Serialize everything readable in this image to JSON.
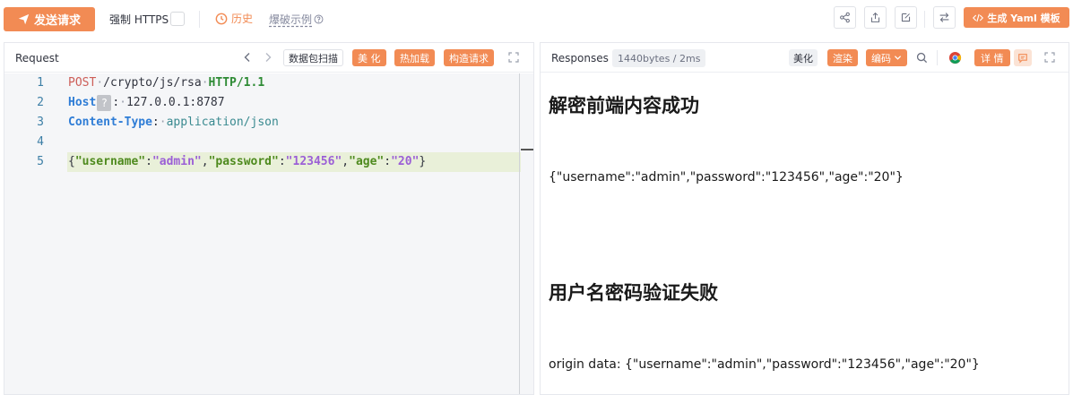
{
  "toolbar": {
    "send_label": "发送请求",
    "https_label": "强制 HTTPS",
    "history_label": "历史",
    "examples_label": "爆破示例",
    "yaml_label": "生成 Yaml 模板"
  },
  "request": {
    "title": "Request",
    "scan_label": "数据包扫描",
    "beautify_label": "美 化",
    "hotload_label": "热加载",
    "construct_label": "构造请求",
    "lines": [
      {
        "no": "1"
      },
      {
        "no": "2"
      },
      {
        "no": "3"
      },
      {
        "no": "4"
      },
      {
        "no": "5"
      }
    ],
    "method": "POST",
    "path": "/crypto/js/rsa",
    "protocol": "HTTP/1.1",
    "host_key": "Host",
    "host_badge": "?",
    "host_value": "127.0.0.1:8787",
    "ct_key": "Content-Type",
    "ct_value": "application/json",
    "body": {
      "k1": "\"username\"",
      "v1": "\"admin\"",
      "k2": "\"password\"",
      "v2": "\"123456\"",
      "k3": "\"age\"",
      "v3": "\"20\""
    }
  },
  "response": {
    "title": "Responses",
    "bytes": "1440bytes / 2ms",
    "beautify_label": "美化",
    "render_label": "渲染",
    "encoding_label": "编码",
    "detail_label": "详 情",
    "heading1": "解密前端内容成功",
    "text1": "{\"username\":\"admin\",\"password\":\"123456\",\"age\":\"20\"}",
    "heading2": "用户名密码验证失败",
    "text2": "origin data: {\"username\":\"admin\",\"password\":\"123456\",\"age\":\"20\"}"
  },
  "colors": {
    "accent": "#f28b54",
    "highlight_line": "#e9f0d9"
  }
}
